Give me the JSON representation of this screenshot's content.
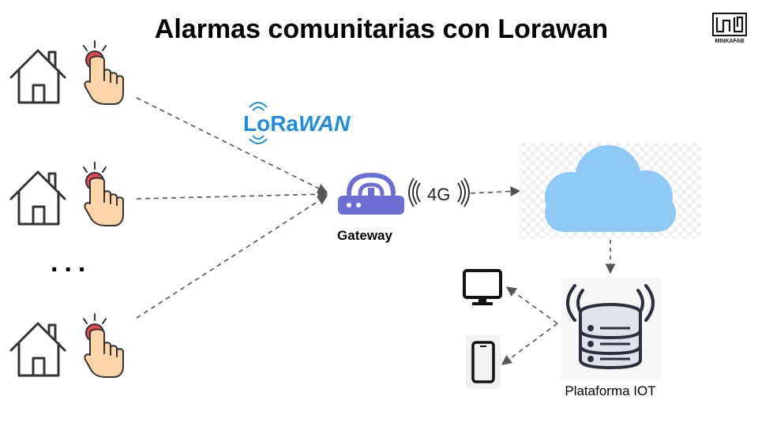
{
  "title": "Alarmas comunitarias con Lorawan",
  "logo": {
    "text": "MINKAFAB"
  },
  "lorawan": {
    "logo_text_lo": "LoRa",
    "logo_text_wan": "WAN",
    "color": "#1f8ce0"
  },
  "gateway": {
    "label": "Gateway"
  },
  "link": {
    "label": "4G"
  },
  "platform": {
    "label": "Plataforma IOT"
  },
  "ellipsis": "...",
  "colors": {
    "gateway": "#6b6fd4",
    "cloud": "#8ec9f3",
    "alarm_red": "#e8454f",
    "skin": "#fbd5a7"
  }
}
